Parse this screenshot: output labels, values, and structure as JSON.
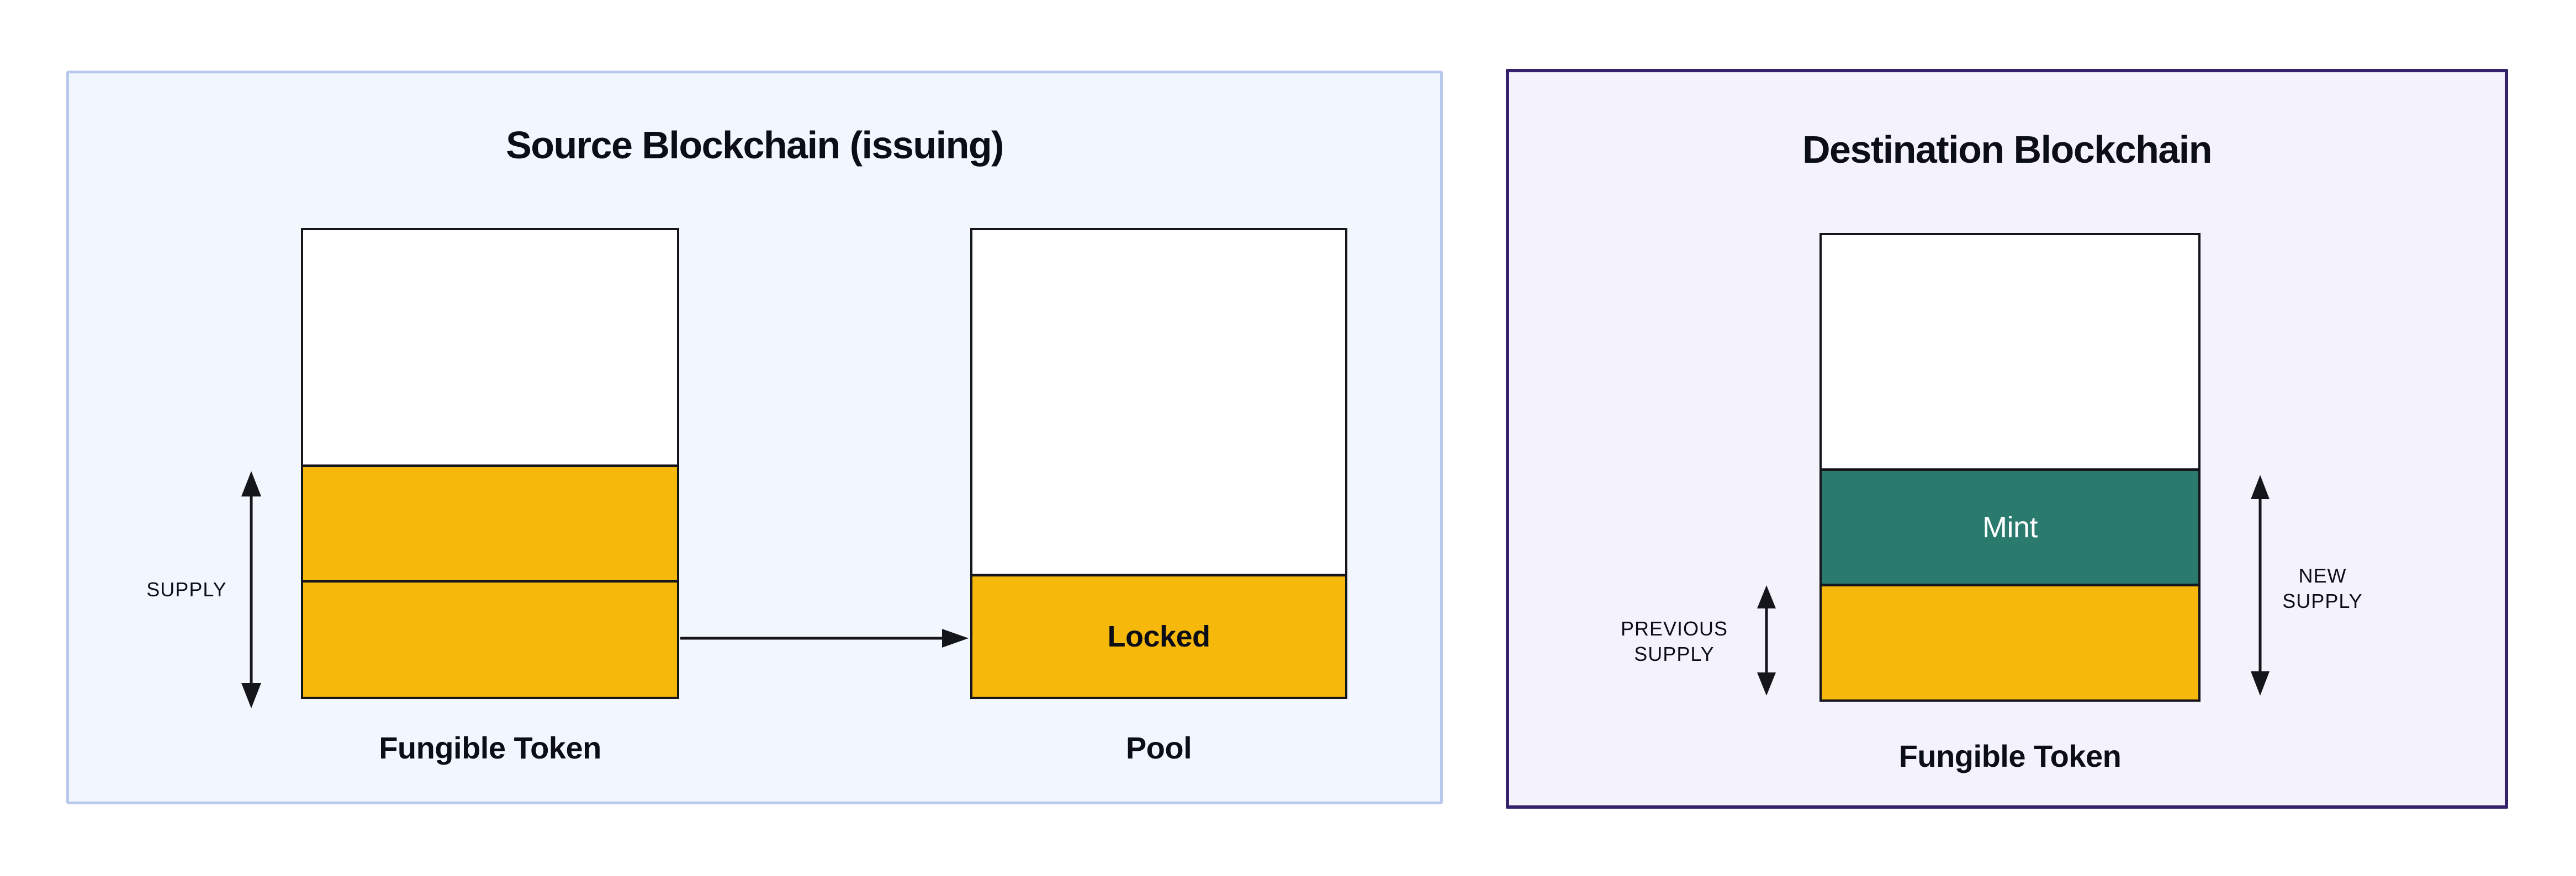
{
  "colors": {
    "pageBg": "#FFFFFF",
    "srcBg": "#F2F6FD",
    "srcBorder": "#B9C9EE",
    "dstBg": "#F4F2FB",
    "dstBorder": "#35226D",
    "orange": "#F7B80C",
    "teal": "#2A7B6E",
    "stroke": "#15151C",
    "text": "#0B0E16",
    "mintText": "#FFFFFF"
  },
  "source_panel": {
    "title": "Source Blockchain (issuing)",
    "supply_label": "SUPPLY",
    "token_box": {
      "label": "Fungible Token"
    },
    "pool_box": {
      "label": "Pool",
      "locked_label": "Locked"
    }
  },
  "destination_panel": {
    "title": "Destination Blockchain",
    "previous_supply_lines": [
      "PREVIOUS",
      "SUPPLY"
    ],
    "new_supply_lines": [
      "NEW",
      "SUPPLY"
    ],
    "token_box": {
      "label": "Fungible Token",
      "mint_label": "Mint"
    }
  }
}
